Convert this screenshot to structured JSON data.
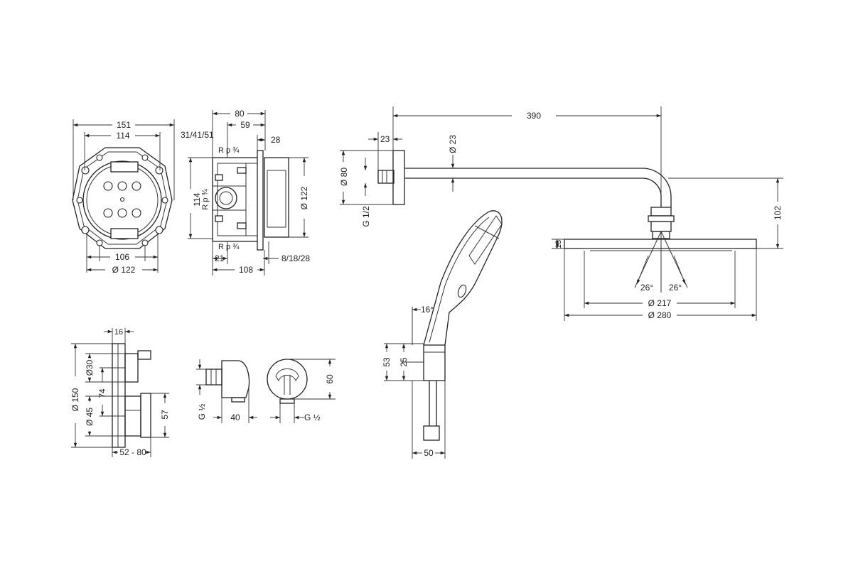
{
  "box_front": {
    "width_outer": "151",
    "width_inner": "114",
    "bottom_width": "106",
    "diameter": "Ø 122"
  },
  "box_side": {
    "depth": "80",
    "depth_inner": "59",
    "offsets": "31/41/51",
    "plaster": "28",
    "thread_top": "R p ¾",
    "thread_mid": "R p ¾",
    "thread_bottom": "R p ¾",
    "height": "114",
    "diameter": "Ø 122",
    "bottom_21": "21",
    "bottom_108": "108",
    "bottom_range": "8/18/28"
  },
  "shower_arm": {
    "length": "390",
    "wall_offset": "23",
    "pipe_diameter": "Ø 23",
    "flange_diameter": "Ø 80",
    "thread": "G 1/2",
    "drop": "102"
  },
  "overhead_shower": {
    "thickness": "13",
    "angle_left": "26°",
    "angle_right": "26°",
    "inner_diameter": "Ø 217",
    "outer_diameter": "Ø 280"
  },
  "hand_shower": {
    "angle": "16°",
    "height_53": "53",
    "height_25": "25",
    "width_50": "50"
  },
  "thermostat": {
    "depth_16": "16",
    "diameter_150": "Ø 150",
    "diameter_30": "Ø30",
    "spacing_74": "74",
    "diameter_45": "Ø 45",
    "projection_57": "57",
    "range_52_80": "52 - 80"
  },
  "elbow_side": {
    "thread": "G ½",
    "depth": "40"
  },
  "elbow_front": {
    "diameter": "60",
    "thread": "G ½"
  }
}
